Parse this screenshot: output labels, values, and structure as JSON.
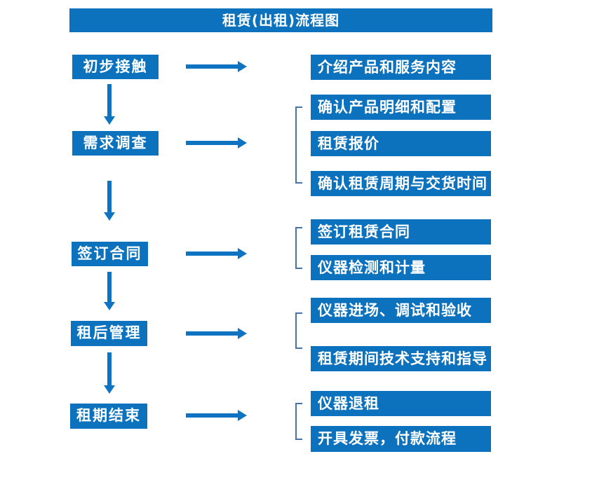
{
  "title": "租赁(出租)流程图",
  "colors": {
    "box_blue": "#0d72bd",
    "arrow_blue": "#0e74c2",
    "bracket_blue": "#4574a8",
    "text_white": "#ffffff",
    "background": "#ffffff"
  },
  "icons": {
    "right_arrow": "→",
    "down_arrow": "↓"
  },
  "groups": [
    {
      "step": "初步接触",
      "details": [
        "介绍产品和服务内容"
      ]
    },
    {
      "step": "需求调查",
      "details": [
        "确认产品明细和配置",
        "租赁报价",
        "确认租赁周期与交货时间"
      ]
    },
    {
      "step": "签订合同",
      "details": [
        "签订租赁合同",
        "仪器检测和计量"
      ]
    },
    {
      "step": "租后管理",
      "details": [
        "仪器进场、调试和验收",
        "租赁期间技术支持和指导"
      ]
    },
    {
      "step": "租期结束",
      "details": [
        "仪器退租",
        "开具发票，付款流程"
      ]
    }
  ]
}
